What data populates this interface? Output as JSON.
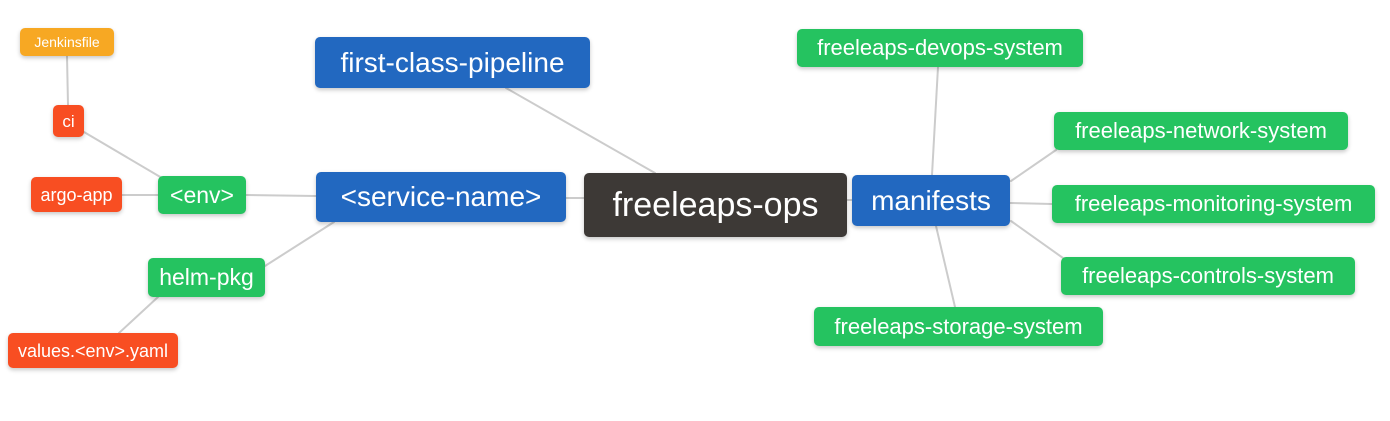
{
  "colors": {
    "background": "#ffffff",
    "root": "#3d3936",
    "branch_blue": "#2268c0",
    "leaf_green": "#25c360",
    "leaf_red": "#f84e22",
    "leaf_orange": "#f7a823",
    "edge": "#cccccc",
    "node_text": "#ffffff"
  },
  "nodes": [
    {
      "id": "jenkinsfile",
      "label": "Jenkinsfile",
      "color": "leaf_orange"
    },
    {
      "id": "ci",
      "label": "ci",
      "color": "leaf_red"
    },
    {
      "id": "argo-app",
      "label": "argo-app",
      "color": "leaf_red"
    },
    {
      "id": "env",
      "label": "<env>",
      "color": "leaf_green"
    },
    {
      "id": "helm-pkg",
      "label": "helm-pkg",
      "color": "leaf_green"
    },
    {
      "id": "values-env-yaml",
      "label": "values.<env>.yaml",
      "color": "leaf_red"
    },
    {
      "id": "first-class-pipeline",
      "label": "first-class-pipeline",
      "color": "branch_blue"
    },
    {
      "id": "service-name",
      "label": "<service-name>",
      "color": "branch_blue"
    },
    {
      "id": "freeleaps-ops",
      "label": "freeleaps-ops",
      "color": "root"
    },
    {
      "id": "manifests",
      "label": "manifests",
      "color": "branch_blue"
    },
    {
      "id": "freeleaps-devops-system",
      "label": "freeleaps-devops-system",
      "color": "leaf_green"
    },
    {
      "id": "freeleaps-network-system",
      "label": "freeleaps-network-system",
      "color": "leaf_green"
    },
    {
      "id": "freeleaps-monitoring-system",
      "label": "freeleaps-monitoring-system",
      "color": "leaf_green"
    },
    {
      "id": "freeleaps-controls-system",
      "label": "freeleaps-controls-system",
      "color": "leaf_green"
    },
    {
      "id": "freeleaps-storage-system",
      "label": "freeleaps-storage-system",
      "color": "leaf_green"
    }
  ],
  "edges": [
    {
      "from": "jenkinsfile",
      "to": "ci"
    },
    {
      "from": "ci",
      "to": "env"
    },
    {
      "from": "argo-app",
      "to": "env"
    },
    {
      "from": "env",
      "to": "service-name"
    },
    {
      "from": "helm-pkg",
      "to": "service-name"
    },
    {
      "from": "values-env-yaml",
      "to": "helm-pkg"
    },
    {
      "from": "service-name",
      "to": "freeleaps-ops"
    },
    {
      "from": "first-class-pipeline",
      "to": "freeleaps-ops"
    },
    {
      "from": "freeleaps-ops",
      "to": "manifests"
    },
    {
      "from": "manifests",
      "to": "freeleaps-devops-system"
    },
    {
      "from": "manifests",
      "to": "freeleaps-network-system"
    },
    {
      "from": "manifests",
      "to": "freeleaps-monitoring-system"
    },
    {
      "from": "manifests",
      "to": "freeleaps-controls-system"
    },
    {
      "from": "manifests",
      "to": "freeleaps-storage-system"
    }
  ]
}
